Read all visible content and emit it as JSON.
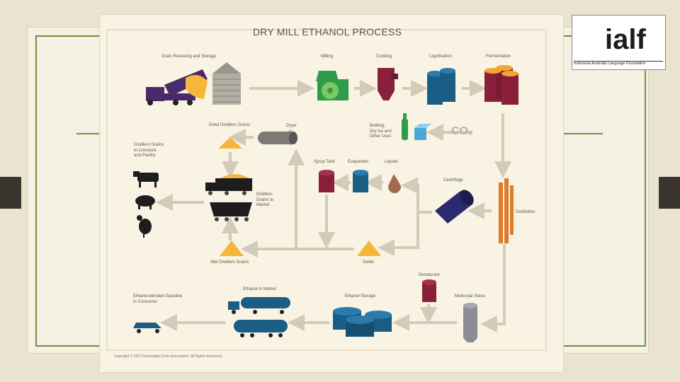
{
  "diagram": {
    "title": "DRY MILL ETHANOL PROCESS",
    "co2": "CO₂",
    "copyright": "Copyright © 2011 Renewable Fuels Association. All Rights Reserved.",
    "labels": {
      "grain_receiving": "Grain Receiving and Storage",
      "milling": "Milling",
      "cooking": "Cooking",
      "liquification": "Liquification",
      "fermentation": "Fermentation",
      "dried_grains": "Dried Distillers Grains",
      "dryer": "Dryer",
      "bottling": "Bottling,\nDry Ice and\nOther Uses",
      "livestock": "Distillers Grains\nto Livestock\nand Poultry",
      "syrup_tank": "Syrup Tank",
      "evaporator": "Evaporator",
      "liquids": "Liquids",
      "centrifuge": "Centrifuge",
      "grains_market": "Distillers\nGrains to\nMarket",
      "distillation": "Distillation",
      "wet_grains": "Wet Distillers Grains",
      "solids": "Solids",
      "denaturant": "Denaturant",
      "ethanol_market": "Ethanol to Market",
      "ethanol_storage": "Ethanol Storage",
      "molecular_sieve": "Molecular Sieve",
      "gasoline": "Ethanol-blended Gasoline\nto Consumer"
    }
  },
  "logo": {
    "text": "ialf",
    "subtext": "Indonesia Australia Language Foundation"
  },
  "colors": {
    "arrow": "#d3cbb9",
    "truck": "#4a2a6a",
    "grain": "#f5b63a",
    "green": "#2e9d4a",
    "maroon": "#8a1f3a",
    "blue": "#1a5e86",
    "olive": "#6f8f3a"
  }
}
